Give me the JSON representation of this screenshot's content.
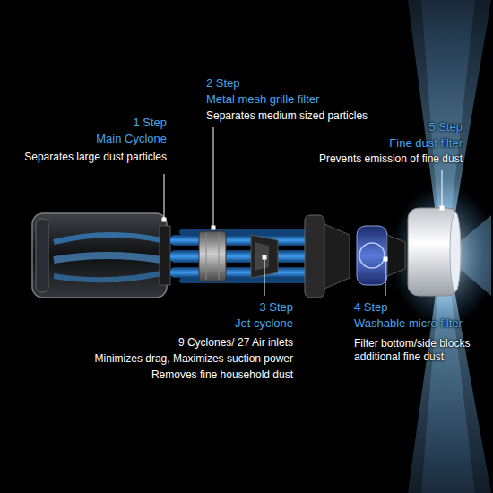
{
  "diagram": {
    "labels": [
      "1 Step",
      "Main Cyclone",
      "Separates large dust particles",
      "2 Step",
      "Metal mesh grille filter",
      "Separates medium sized particles",
      "3 Step",
      "Jet cyclone",
      "9 Cyclones/ 27 Air inlets",
      "Minimizes drag, Maximizes suction power",
      "Removes fine household dust",
      "4 Step",
      "Washable micro filter",
      "Filter bottom/side blocks additional fine dust",
      "5 Step",
      "Fine dust filter",
      "Prevents emission of fine dust"
    ]
  }
}
